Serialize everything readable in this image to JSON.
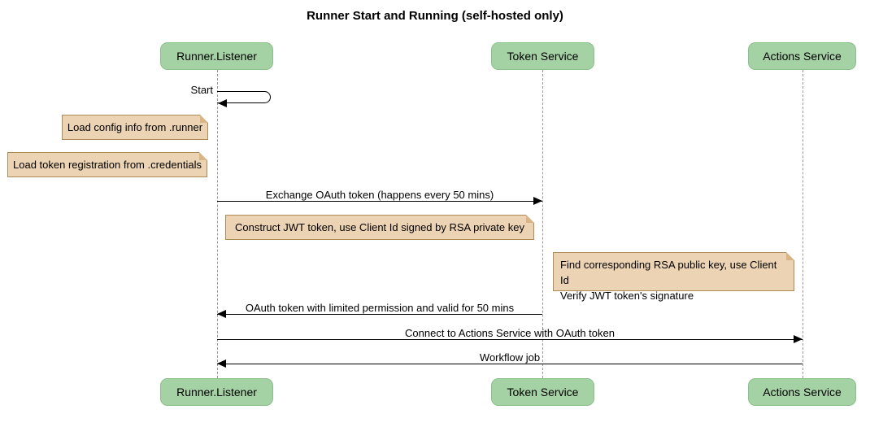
{
  "title": "Runner Start and Running (self-hosted only)",
  "diagram_type": "sequence-diagram",
  "colors": {
    "actor_fill": "#a5d2a5",
    "actor_border": "#8abf8a",
    "note_fill": "#ecd3b4",
    "note_border": "#ad8b57",
    "note_fold": "#d9b585",
    "lifeline": "#999999",
    "arrow": "#000000",
    "text": "#000000",
    "background": "#ffffff"
  },
  "participants": [
    {
      "id": "runner-listener",
      "label": "Runner.Listener"
    },
    {
      "id": "token-service",
      "label": "Token Service"
    },
    {
      "id": "actions-service",
      "label": "Actions Service"
    }
  ],
  "events": [
    {
      "kind": "self_message",
      "on": "Runner.Listener",
      "label": "Start"
    },
    {
      "kind": "note",
      "over": "Runner.Listener",
      "text": "Load config info from .runner"
    },
    {
      "kind": "note",
      "over": "Runner.Listener",
      "text": "Load token registration from .credentials"
    },
    {
      "kind": "message",
      "from": "Runner.Listener",
      "to": "Token Service",
      "direction": "right",
      "text": "Exchange OAuth token (happens every 50 mins)"
    },
    {
      "kind": "note",
      "over": "Token Service",
      "text": "Construct JWT token, use Client Id signed by RSA private key"
    },
    {
      "kind": "note",
      "over": "Actions Service",
      "lines": [
        "Find corresponding RSA public key, use Client Id",
        "Verify JWT token's signature"
      ]
    },
    {
      "kind": "message",
      "from": "Token Service",
      "to": "Runner.Listener",
      "direction": "left",
      "text": "OAuth token with limited permission and valid for 50 mins"
    },
    {
      "kind": "message",
      "from": "Runner.Listener",
      "to": "Actions Service",
      "direction": "right",
      "text": "Connect to Actions Service with OAuth token"
    },
    {
      "kind": "message",
      "from": "Actions Service",
      "to": "Runner.Listener",
      "direction": "left",
      "text": "Workflow job"
    }
  ]
}
